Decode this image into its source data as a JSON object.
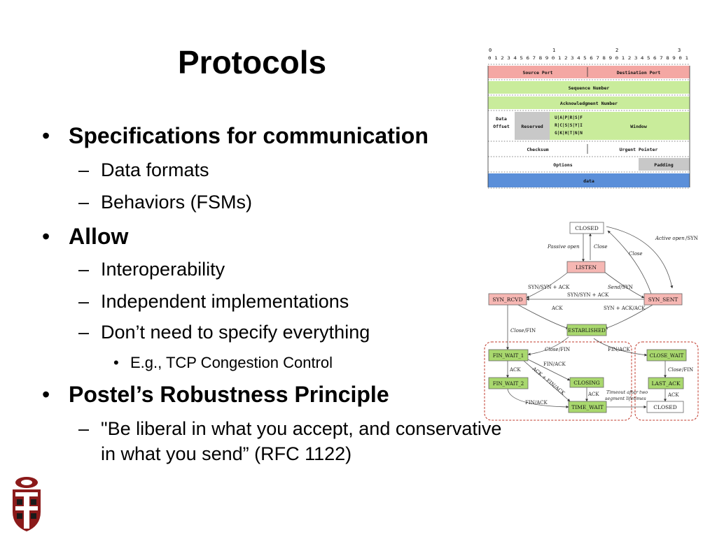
{
  "slide": {
    "title": "Protocols",
    "bullets": [
      {
        "text": "Specifications for communication",
        "subs": [
          "Data formats",
          "Behaviors (FSMs)"
        ]
      },
      {
        "text": "Allow",
        "subs": [
          "Interoperability",
          "Independent implementations",
          "Don’t need to specify everything"
        ],
        "subsub": [
          "E.g., TCP Congestion Control"
        ]
      },
      {
        "text": "Postel’s Robustness Principle",
        "subs": [
          "\"Be liberal in what you accept, and conservative",
          "in what you send” (RFC 1122)"
        ]
      }
    ],
    "bullet_glyph": "•",
    "dash_glyph": "–"
  },
  "header_diagram": {
    "bit_tens": [
      "0",
      "1",
      "2",
      "3"
    ],
    "bit_units": "0 1 2 3 4 5 6 7 8 9 0 1 2 3 4 5 6 7 8 9 0 1 2 3 4 5 6 7 8 9 0 1",
    "fields": {
      "source_port": "Source Port",
      "destination_port": "Destination Port",
      "sequence_number": "Sequence Number",
      "ack_number": "Acknowledgment Number",
      "data_offset_1": "Data",
      "data_offset_2": "Offset",
      "reserved": "Reserved",
      "flags_rows": [
        "U|A|P|R|S|F",
        "R|C|S|S|Y|I",
        "G|K|H|T|N|N"
      ],
      "window": "Window",
      "checksum": "Checksum",
      "urgent_pointer": "Urgent Pointer",
      "options": "Options",
      "padding": "Padding",
      "data": "data"
    },
    "colors": {
      "pink": "#f4a7a3",
      "green": "#c9ec9b",
      "gray": "#c8c8c8",
      "blue": "#5b8fd9"
    }
  },
  "fsm": {
    "states": {
      "closed": "CLOSED",
      "listen": "LISTEN",
      "syn_rcvd": "SYN_RCVD",
      "syn_sent": "SYN_SENT",
      "established": "ESTABLISHED",
      "fin_wait_1": "FIN_WAIT_1",
      "fin_wait_2": "FIN_WAIT_2",
      "closing": "CLOSING",
      "time_wait": "TIME_WAIT",
      "close_wait": "CLOSE_WAIT",
      "last_ack": "LAST_ACK",
      "closed2": "CLOSED"
    },
    "labels": {
      "passive_open": "Passive open",
      "close1": "Close",
      "active_open": "Active open",
      "active_open_syn": "/SYN",
      "close2": "Close",
      "syn_synack": "SYN/SYN + ACK",
      "send": "Send",
      "send_syn": "/SYN",
      "syn_synack2": "SYN/SYN + ACK",
      "ack1": "ACK",
      "synack_ack": "SYN + ACK/ACK",
      "close_fin_a": "Close",
      "close_fin_a2": "/FIN",
      "close_fin_b": "Close",
      "close_fin_b2": "/FIN",
      "fin_ack1": "FIN/ACK",
      "ack2": "ACK",
      "fin_ack2": "FIN/ACK",
      "ack_fin_ack": "ACK + FIN/ACK",
      "ack3": "ACK",
      "fin_ack3": "FIN/ACK",
      "timeout1": "Timeout after two",
      "timeout2": "segment lifetimes",
      "close_fin_c": "Close",
      "close_fin_c2": "/FIN",
      "ack4": "ACK"
    },
    "colors": {
      "pink": "#f6b7b3",
      "green": "#a9d86e",
      "white": "#ffffff",
      "group": "#c0392b"
    }
  }
}
